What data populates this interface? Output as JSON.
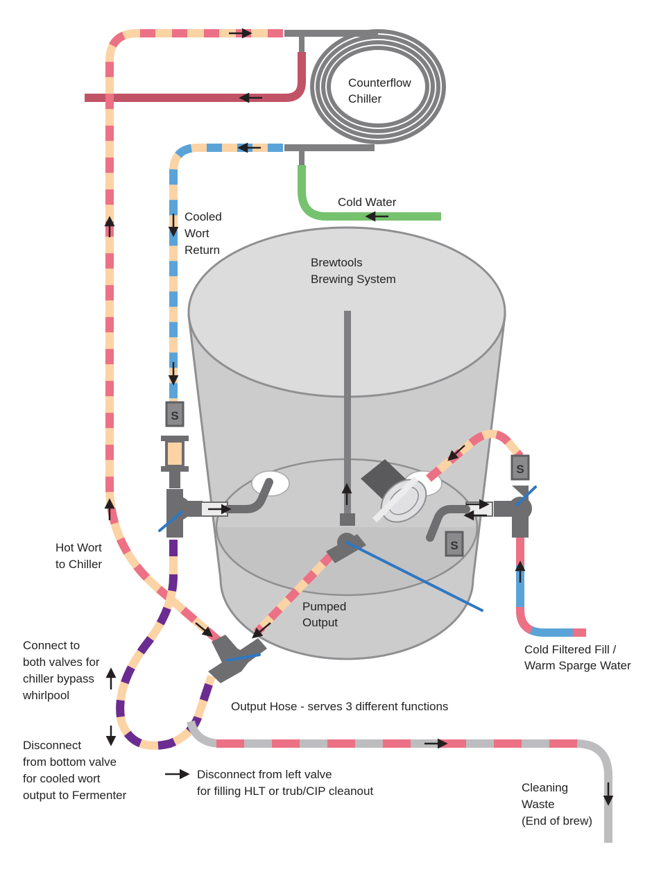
{
  "labels": {
    "counterflow": [
      "Counterflow",
      "Chiller"
    ],
    "cold_water": "Cold Water",
    "cooled_wort": [
      "Cooled",
      "Wort",
      "Return"
    ],
    "system": [
      "Brewtools",
      "Brewing System"
    ],
    "hot_wort": [
      "Hot Wort",
      "to Chiller"
    ],
    "pumped_output": [
      "Pumped",
      "Output"
    ],
    "cold_filtered": [
      "Cold Filtered Fill /",
      "Warm Sparge Water"
    ],
    "connect_both": [
      "Connect to",
      "both valves for",
      "chiller bypass",
      "whirlpool"
    ],
    "output_hose": "Output Hose - serves 3 different functions",
    "disconnect_bottom": [
      "Disconnect",
      "from bottom valve",
      "for cooled wort",
      "output to Fermenter"
    ],
    "disconnect_left": [
      "Disconnect from left valve",
      "for filling HLT or trub/CIP cleanout"
    ],
    "cleaning": [
      "Cleaning",
      "Waste",
      "(End of brew)"
    ],
    "sensor_letter": "S"
  },
  "colors": {
    "hot_pink": "#ec7185",
    "hot_peach": "#fbd3a5",
    "cool_blue": "#5aa3d8",
    "purple": "#6a2c91",
    "green": "#76c26f",
    "hot_red": "#c05466",
    "steel": "#7f7f81",
    "hose_grey": "#bdbdbf",
    "vessel_fill": "#c6c6c8",
    "vessel_stroke": "#8f8f92",
    "valve_blue": "#2e78c2",
    "arrow": "#231f20"
  },
  "icons": {
    "flow_arrow": "arrow-icon",
    "sensor": "sensor-s-icon",
    "valve": "valve-icon"
  }
}
